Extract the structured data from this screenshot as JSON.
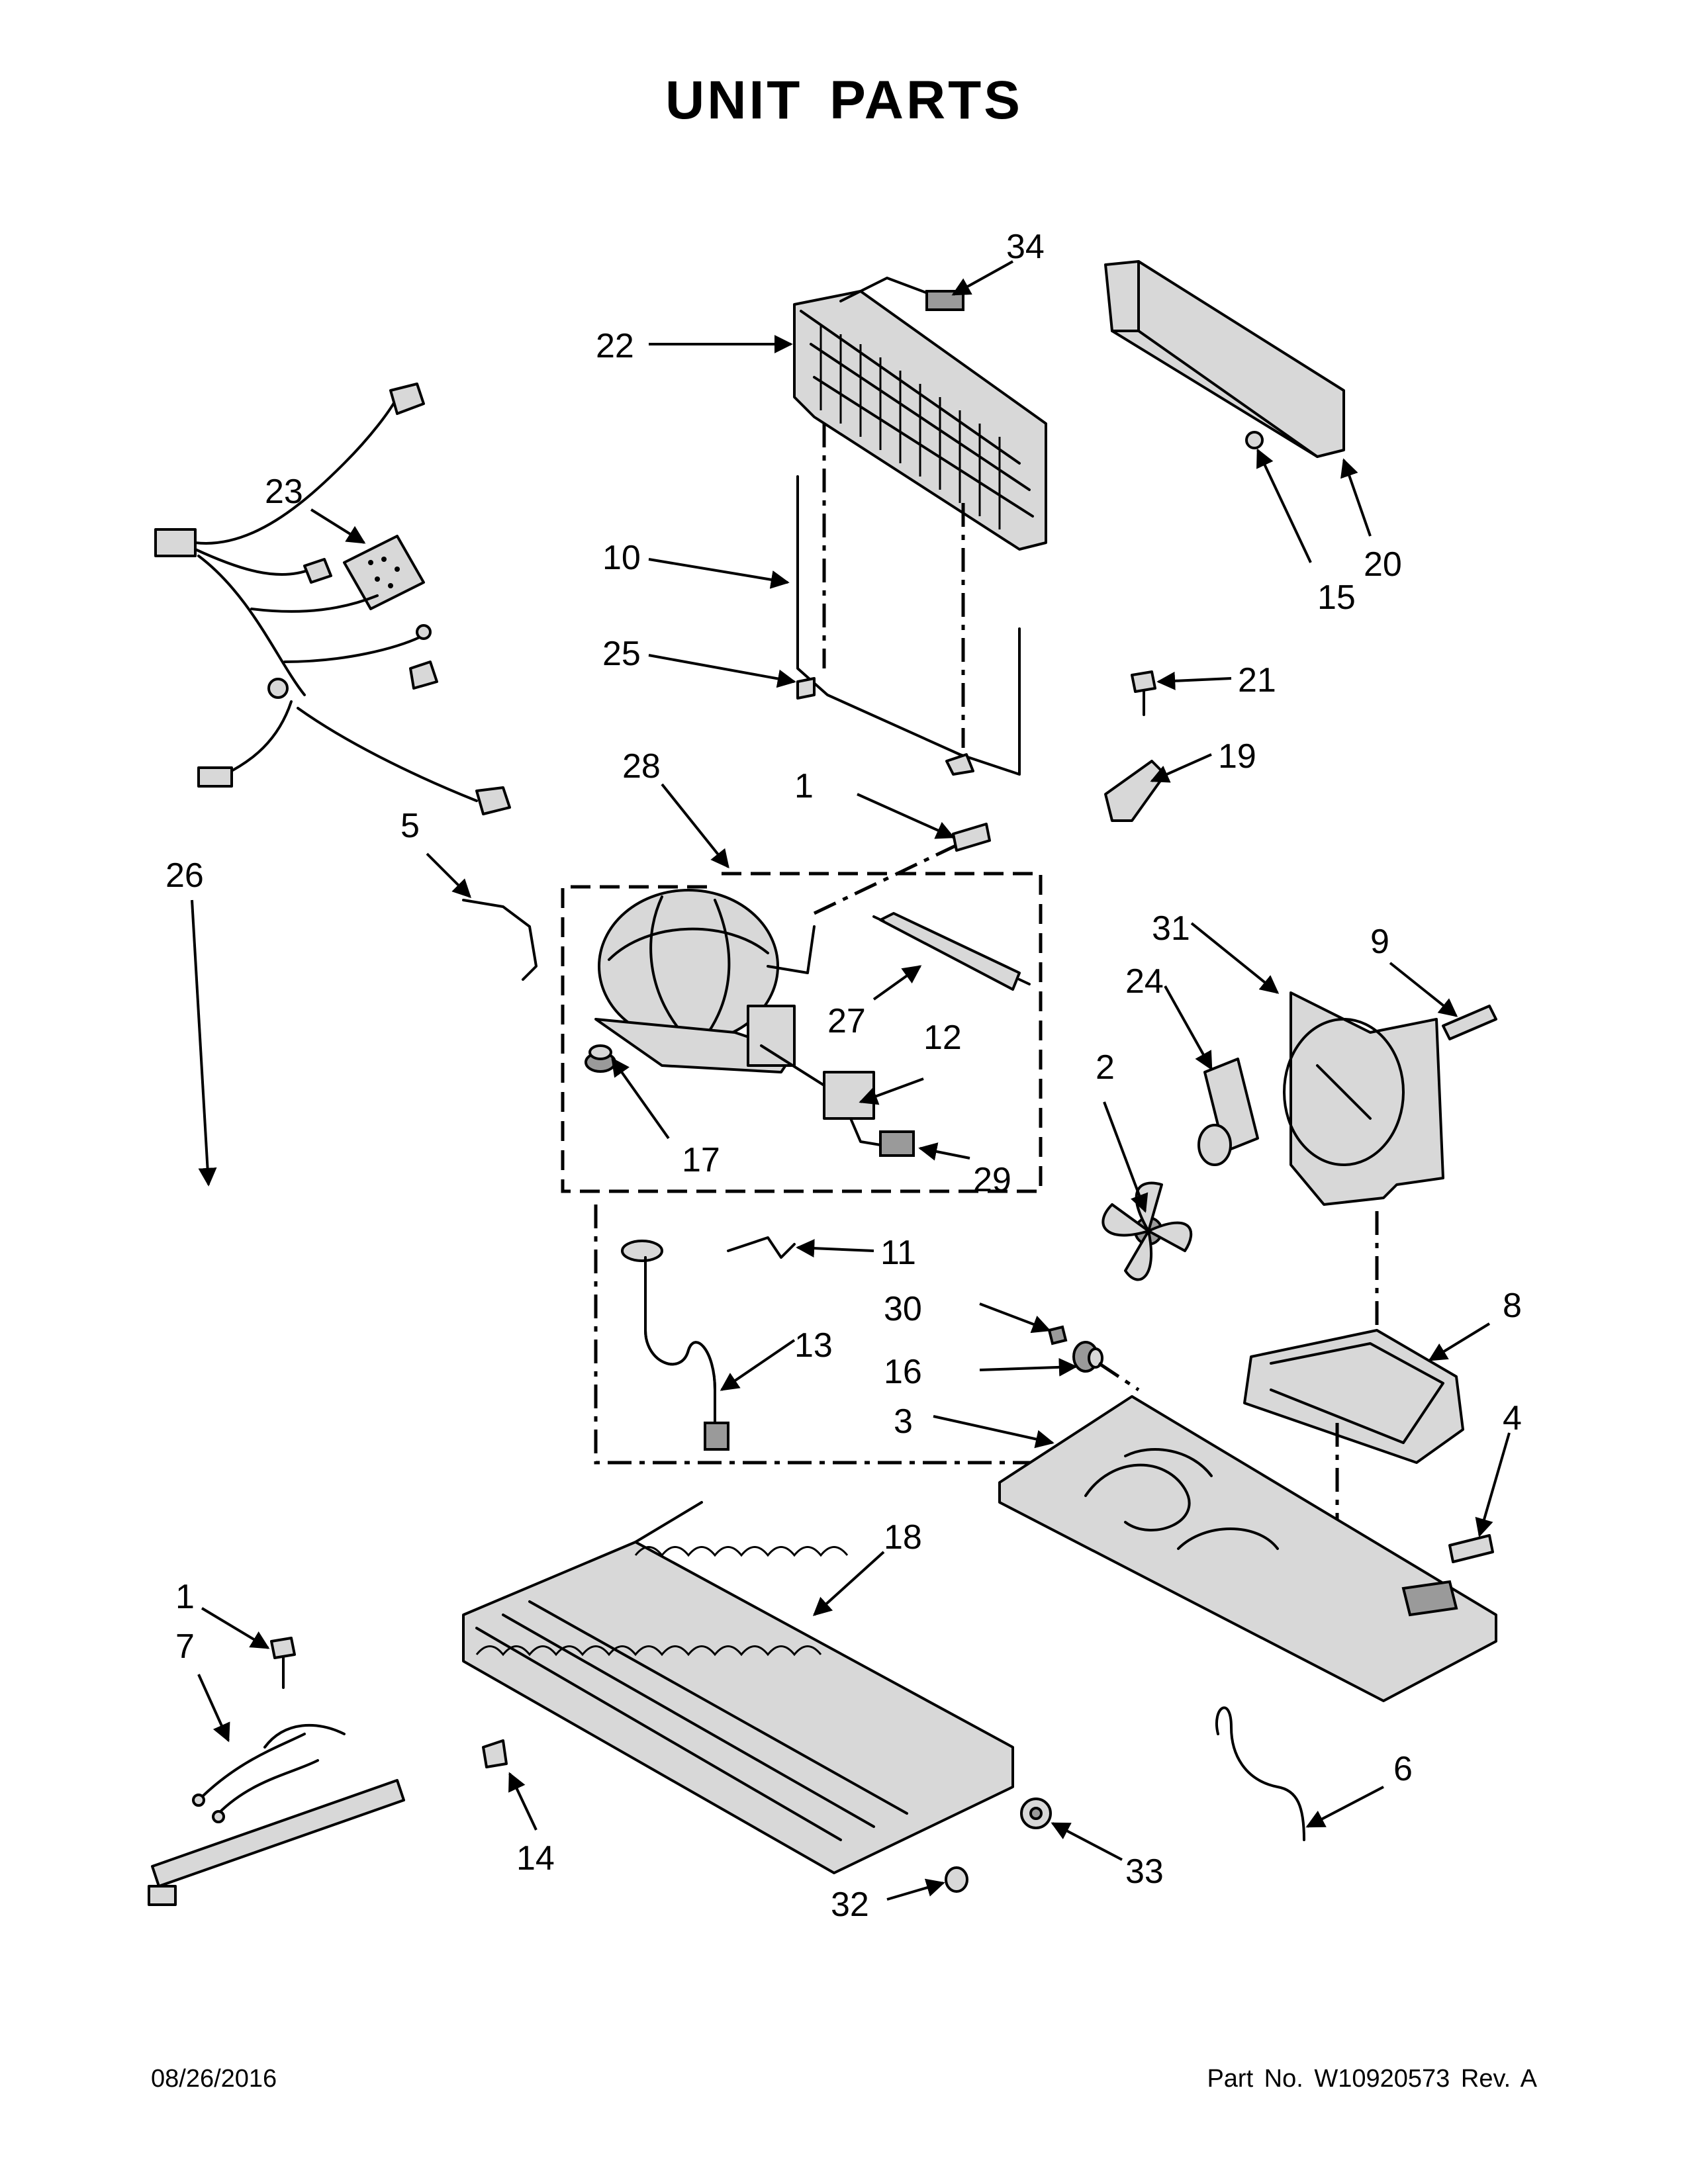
{
  "title": "UNIT PARTS",
  "footer": {
    "date": "08/26/2016",
    "part_number": "Part No.  W10920573  Rev.  A"
  },
  "callouts": [
    {
      "id": "c34a",
      "label": "34"
    },
    {
      "id": "c22",
      "label": "22"
    },
    {
      "id": "c23",
      "label": "23"
    },
    {
      "id": "c10",
      "label": "10"
    },
    {
      "id": "c25",
      "label": "25"
    },
    {
      "id": "c20",
      "label": "20"
    },
    {
      "id": "c15",
      "label": "15"
    },
    {
      "id": "c21",
      "label": "21"
    },
    {
      "id": "c19",
      "label": "19"
    },
    {
      "id": "c28",
      "label": "28"
    },
    {
      "id": "c1a",
      "label": "1"
    },
    {
      "id": "c5",
      "label": "5"
    },
    {
      "id": "c26",
      "label": "26"
    },
    {
      "id": "c27",
      "label": "27"
    },
    {
      "id": "c12",
      "label": "12"
    },
    {
      "id": "c31",
      "label": "31"
    },
    {
      "id": "c9",
      "label": "9"
    },
    {
      "id": "c24",
      "label": "24"
    },
    {
      "id": "c2",
      "label": "2"
    },
    {
      "id": "c17",
      "label": "17"
    },
    {
      "id": "c29",
      "label": "29"
    },
    {
      "id": "c11",
      "label": "11"
    },
    {
      "id": "c30",
      "label": "30"
    },
    {
      "id": "c8",
      "label": "8"
    },
    {
      "id": "c13",
      "label": "13"
    },
    {
      "id": "c16",
      "label": "16"
    },
    {
      "id": "c3",
      "label": "3"
    },
    {
      "id": "c4",
      "label": "4"
    },
    {
      "id": "c18",
      "label": "18"
    },
    {
      "id": "c1b",
      "label": "1"
    },
    {
      "id": "c7",
      "label": "7"
    },
    {
      "id": "c6",
      "label": "6"
    },
    {
      "id": "c14",
      "label": "14"
    },
    {
      "id": "c33",
      "label": "33"
    },
    {
      "id": "c32",
      "label": "32"
    }
  ]
}
